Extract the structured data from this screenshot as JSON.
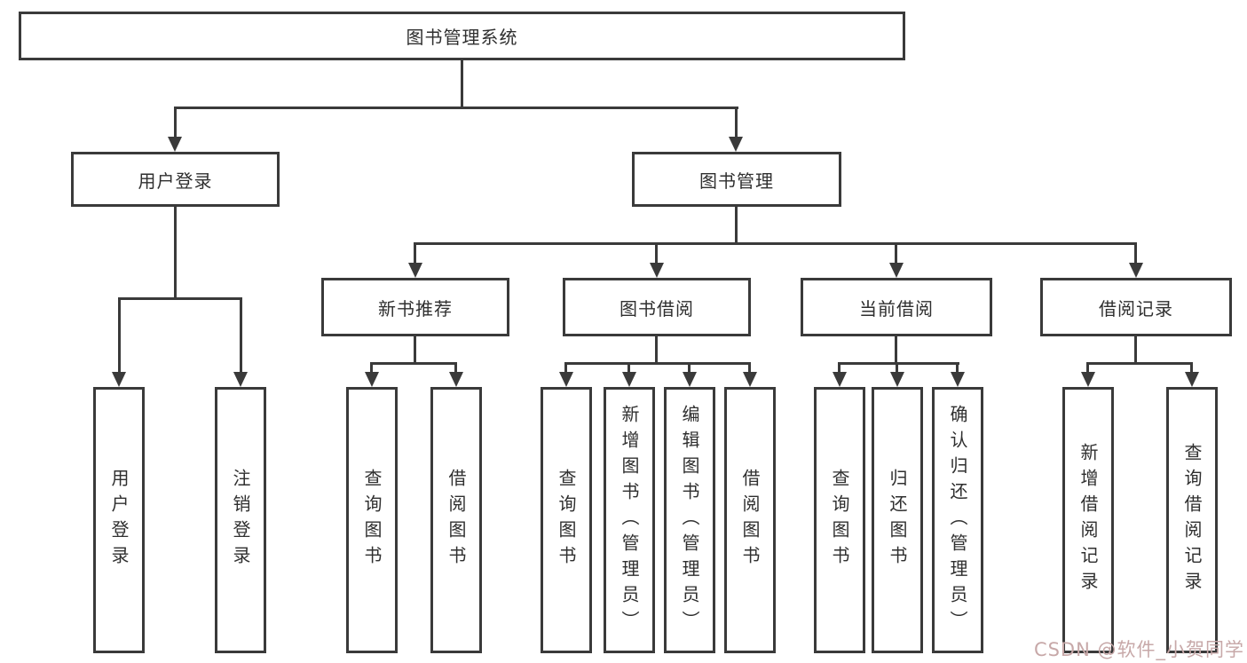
{
  "diagram": {
    "root": {
      "label": "图书管理系统",
      "children": [
        {
          "label": "用户登录",
          "children": [
            {
              "label": "用户登录"
            },
            {
              "label": "注销登录"
            }
          ]
        },
        {
          "label": "图书管理",
          "children": [
            {
              "label": "新书推荐",
              "children": [
                {
                  "label": "查询图书"
                },
                {
                  "label": "借阅图书"
                }
              ]
            },
            {
              "label": "图书借阅",
              "children": [
                {
                  "label": "查询图书"
                },
                {
                  "label": "新增图书（管理员）"
                },
                {
                  "label": "编辑图书（管理员）"
                },
                {
                  "label": "借阅图书"
                }
              ]
            },
            {
              "label": "当前借阅",
              "children": [
                {
                  "label": "查询图书"
                },
                {
                  "label": "归还图书"
                },
                {
                  "label": "确认归还（管理员）"
                }
              ]
            },
            {
              "label": "借阅记录",
              "children": [
                {
                  "label": "新增借阅记录"
                },
                {
                  "label": "查询借阅记录"
                }
              ]
            }
          ]
        }
      ]
    }
  },
  "watermark": {
    "text": "CSDN @软件_小贺同学",
    "color": "#c7a8a8"
  },
  "colors": {
    "line": "#3a3a3a",
    "box_background": "#ffffff",
    "text": "#2f2f2f"
  }
}
